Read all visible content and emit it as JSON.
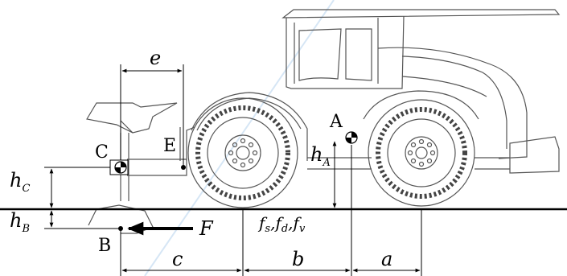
{
  "labels": {
    "point_A": "A",
    "point_B": "B",
    "point_C": "C",
    "point_E": "E",
    "dim_e": "e",
    "dim_c": "c",
    "dim_b": "b",
    "dim_a": "a",
    "force": "F",
    "h": "h",
    "sub_C": "C",
    "sub_B": "B",
    "sub_A": "A",
    "f": "f",
    "sub_s": "s",
    "sub_d": "d",
    "sub_v": "v",
    "comma": ","
  }
}
